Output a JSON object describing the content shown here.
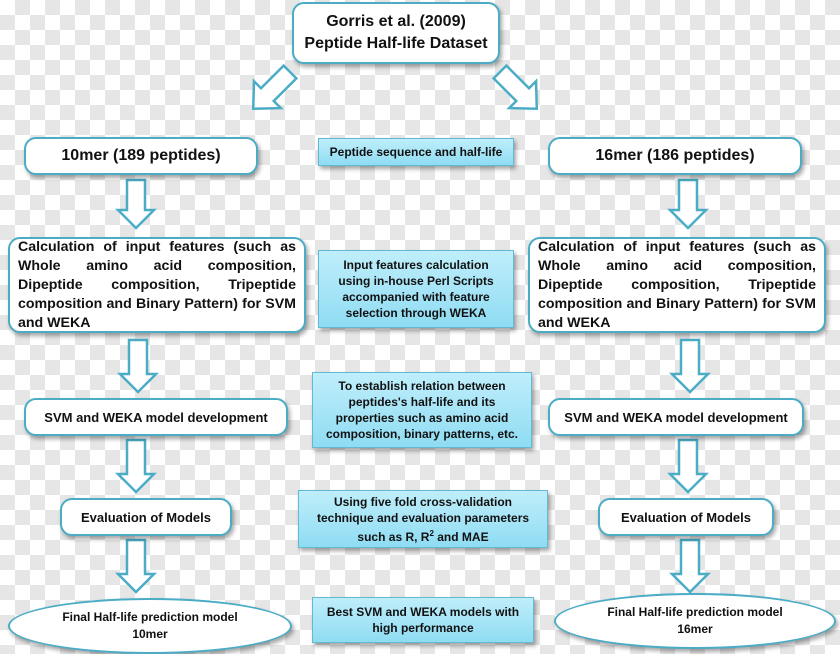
{
  "source": {
    "line1": "Gorris et al. (2009)",
    "line2": "Peptide Half-life Dataset"
  },
  "left": {
    "title": "10mer (189 peptides)",
    "features": "Calculation of input features (such as Whole amino acid composition, Dipeptide composition, Tripeptide composition and Binary Pattern) for SVM and WEKA",
    "model": "SVM and WEKA model development",
    "evaluation": "Evaluation of Models",
    "final_line1": "Final Half-life prediction model",
    "final_line2": "10mer"
  },
  "right": {
    "title": "16mer (186 peptides)",
    "features": "Calculation of input features (such as Whole amino acid composition, Dipeptide composition, Tripeptide composition and Binary Pattern) for SVM and WEKA",
    "model": "SVM and WEKA model development",
    "evaluation": "Evaluation of Models",
    "final_line1": "Final Half-life prediction model",
    "final_line2": "16mer"
  },
  "center": {
    "step1": "Peptide sequence and half-life",
    "step2": "Input features calculation using in-house Perl Scripts accompanied with feature selection through WEKA",
    "step3": "To establish relation between peptides's half-life and its properties such as amino acid composition, binary patterns, etc.",
    "step4_part1": "Using five fold cross-validation technique and evaluation parameters such as R, R",
    "step4_sup": "2",
    "step4_part2": " and MAE",
    "step5": "Best SVM and WEKA models with high performance"
  },
  "colors": {
    "box_border": "#4bacc6",
    "center_fill": "#a9e5f6"
  }
}
